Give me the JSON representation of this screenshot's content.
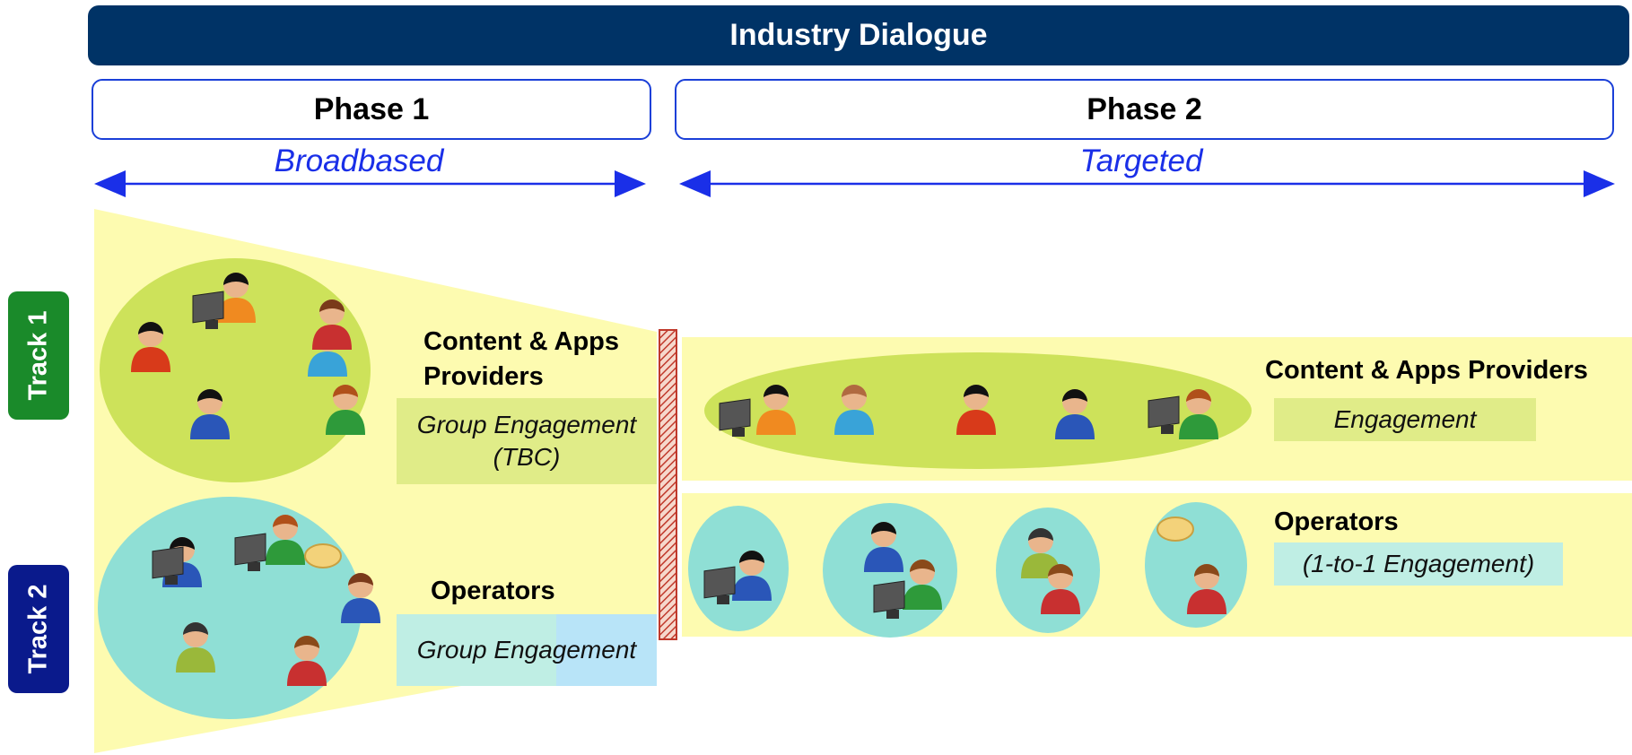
{
  "header": {
    "title": "Industry Dialogue"
  },
  "phases": [
    {
      "label": "Phase 1",
      "subtitle": "Broadbased"
    },
    {
      "label": "Phase 2",
      "subtitle": "Targeted"
    }
  ],
  "tracks": [
    {
      "label": "Track 1",
      "color": "#1a8a2a"
    },
    {
      "label": "Track 2",
      "color": "#0a1a8c"
    }
  ],
  "phase1": {
    "track1": {
      "group_label": "Content & Apps Providers",
      "engagement": "Group Engagement (TBC)"
    },
    "track2": {
      "group_label": "Operators",
      "engagement": "Group Engagement"
    }
  },
  "phase2": {
    "track1": {
      "group_label": "Content & Apps Providers",
      "engagement": "Engagement"
    },
    "track2": {
      "group_label": "Operators",
      "engagement": "(1-to-1 Engagement)"
    }
  },
  "colors": {
    "funnel": "#fdfbb0",
    "green_group": "#cde25a",
    "teal_group": "#8fdfd5",
    "engagement_green": "#e0ec88",
    "arrow": "#1a2fe8",
    "barrier": "#c0392b"
  }
}
